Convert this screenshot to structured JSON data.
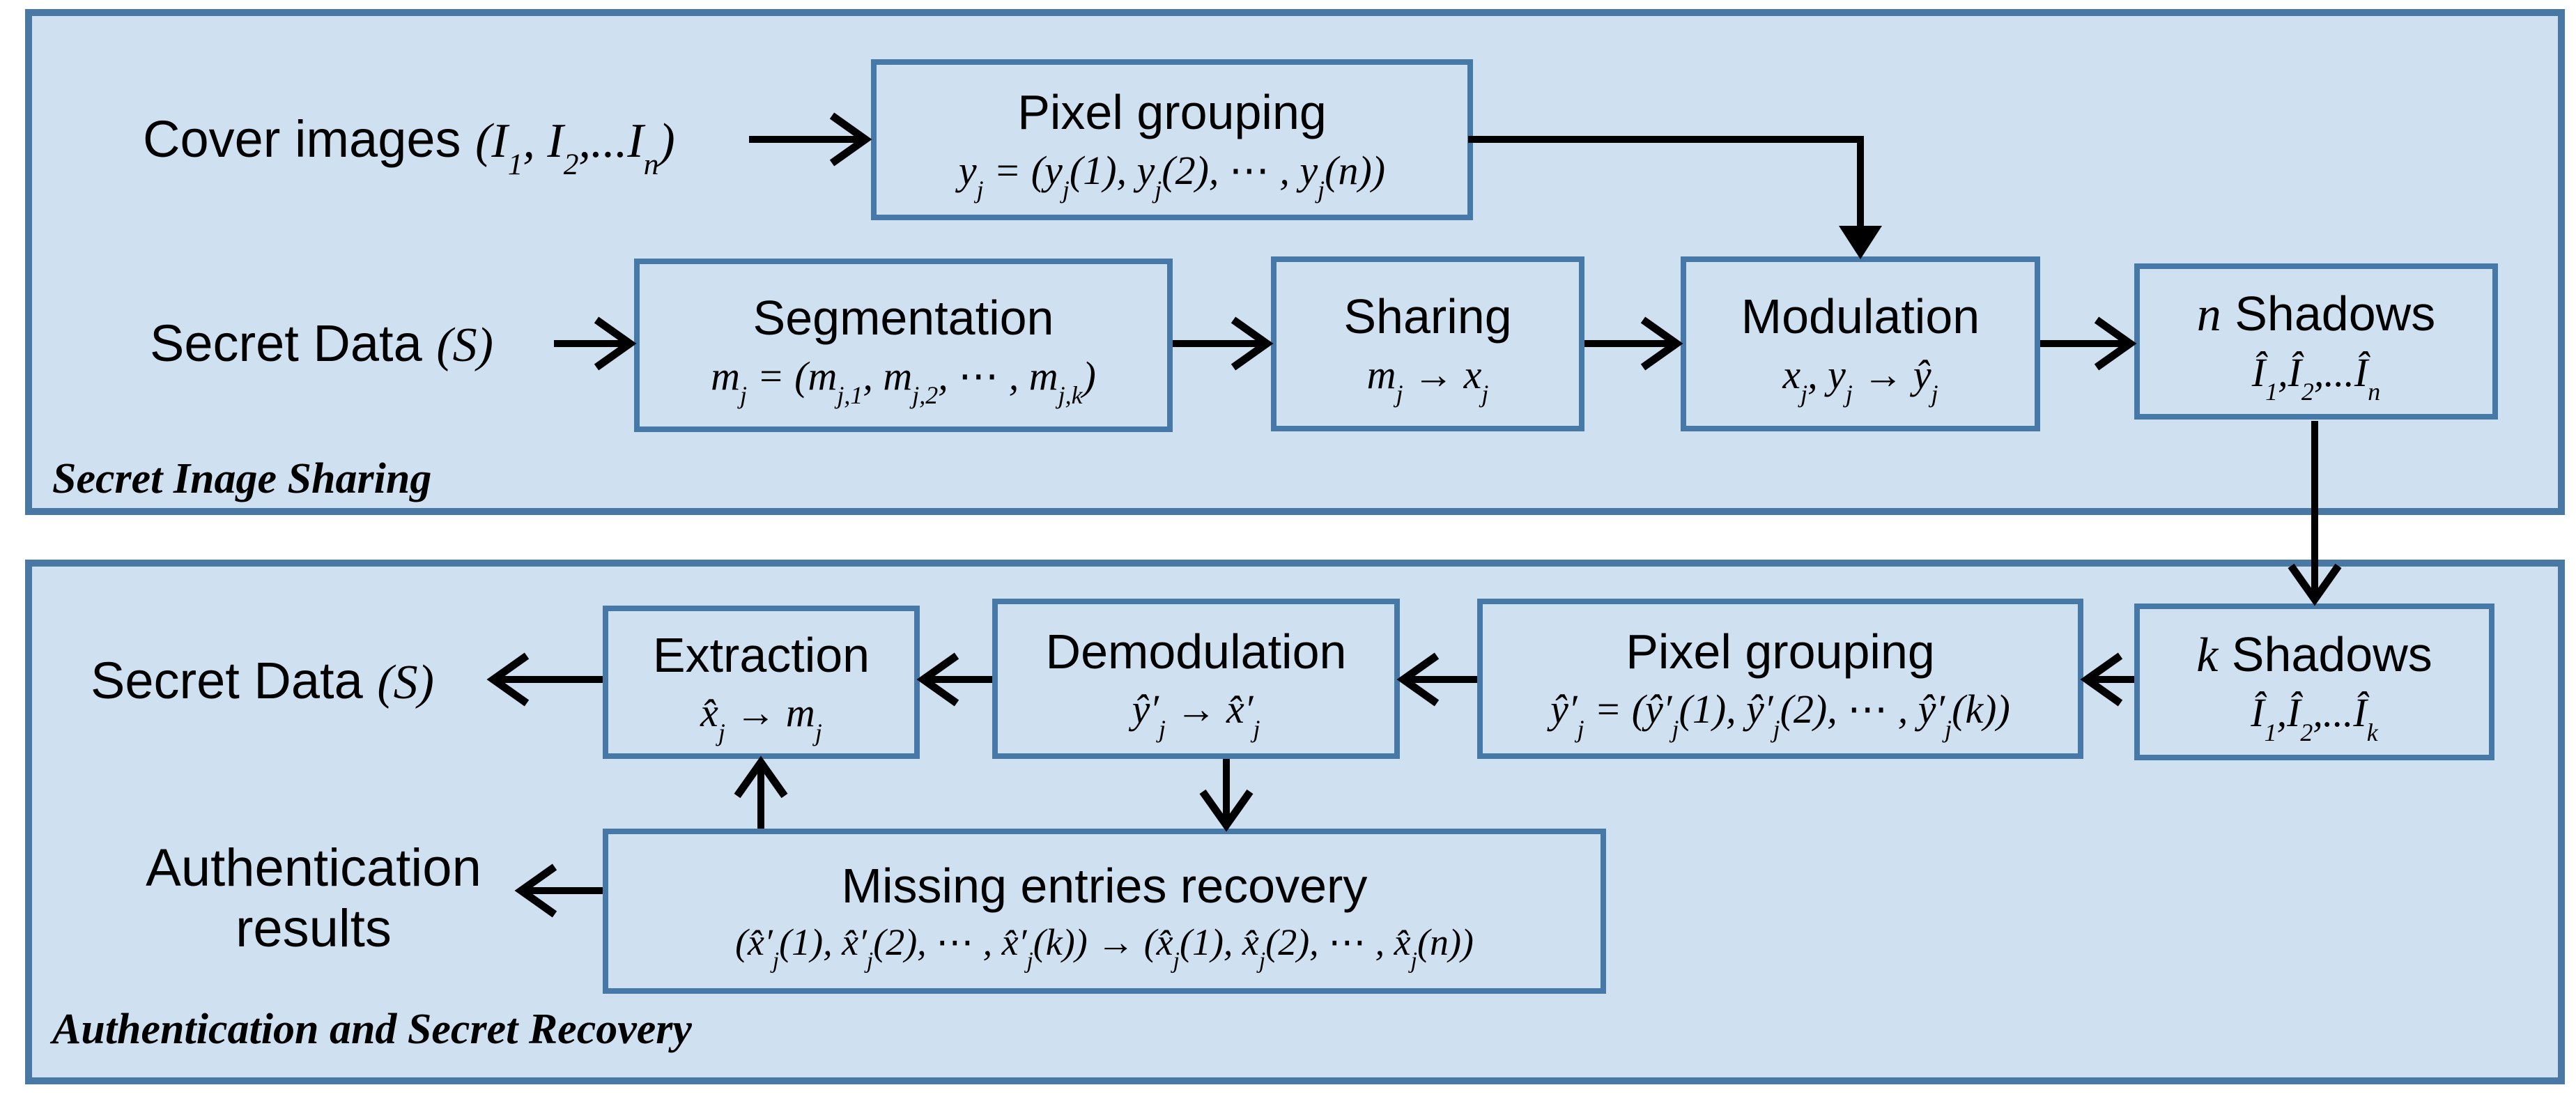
{
  "colors": {
    "background": "#ffffff",
    "panel_fill": "#cfe0f1",
    "panel_border": "#4a78a5",
    "box_fill": "#cfe0f1",
    "box_border": "#4678a8",
    "arrow": "#000000",
    "text": "#000000"
  },
  "sharing_panel": {
    "caption": "Secret Inage Sharing",
    "cover_images_label": "Cover images ",
    "cover_images_math": "(I<sub>1</sub>, I<sub>2</sub>,...I<sub>n</sub>)",
    "secret_data_label": "Secret Data ",
    "secret_data_math": "(S)",
    "boxes": {
      "pixel_grouping": {
        "title": "Pixel grouping",
        "formula": "y<sub>j</sub> = (y<sub>j</sub>(1), y<sub>j</sub>(2), ⋯ , y<sub>j</sub>(n))"
      },
      "segmentation": {
        "title": "Segmentation",
        "formula": "m<sub>j</sub> = (m<sub>j,1</sub>, m<sub>j,2</sub>, ⋯ , m<sub>j,k</sub>)"
      },
      "sharing": {
        "title": "Sharing",
        "formula": "m<sub>j</sub> → x<sub>j</sub>"
      },
      "modulation": {
        "title": "Modulation",
        "formula": "x<sub>j</sub>, y<sub>j</sub> → ŷ<sub>j</sub>"
      },
      "n_shadows": {
        "title": "<i>n</i> Shadows",
        "formula": "Î<sub>1</sub>,Î<sub>2</sub>,...Î<sub>n</sub>"
      }
    }
  },
  "recovery_panel": {
    "caption": "Authentication and Secret Recovery",
    "secret_data_label": "Secret Data ",
    "secret_data_math": "(S)",
    "auth_results_line1": "Authentication",
    "auth_results_line2": "results",
    "boxes": {
      "k_shadows": {
        "title": "<i>k</i> Shadows",
        "formula": "Î<sub>1</sub>,Î<sub>2</sub>,...Î<sub>k</sub>"
      },
      "pixel_grouping": {
        "title": "Pixel grouping",
        "formula": "ŷ′<sub>j</sub> = (ŷ′<sub>j</sub>(1), ŷ′<sub>j</sub>(2), ⋯ , ŷ′<sub>j</sub>(k))"
      },
      "demodulation": {
        "title": "Demodulation",
        "formula": "ŷ′<sub>j</sub> → x̂′<sub>j</sub>"
      },
      "extraction": {
        "title": "Extraction",
        "formula": "x̂<sub>j</sub> → m<sub>j</sub>"
      },
      "missing_entries": {
        "title": "Missing entries recovery",
        "formula": "(x̂′<sub>j</sub>(1), x̂′<sub>j</sub>(2), ⋯ , x̂′<sub>j</sub>(k)) → (x̂<sub>j</sub>(1), x̂<sub>j</sub>(2), ⋯ , x̂<sub>j</sub>(n))"
      }
    }
  }
}
